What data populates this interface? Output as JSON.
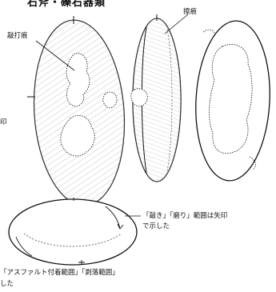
{
  "figure": {
    "title": "石斧・礫石器類",
    "labels": {
      "hit_scar": "敲打痕",
      "scrape_scar": "擦痕",
      "left_edge": "印",
      "grind_note_line1": "「敲き」「磨り」範囲は矢印",
      "grind_note_line2": "で示した",
      "bottom_note_line1": "「アスファルト付着範囲」「剥落範囲」",
      "bottom_note_line2": "した"
    }
  }
}
